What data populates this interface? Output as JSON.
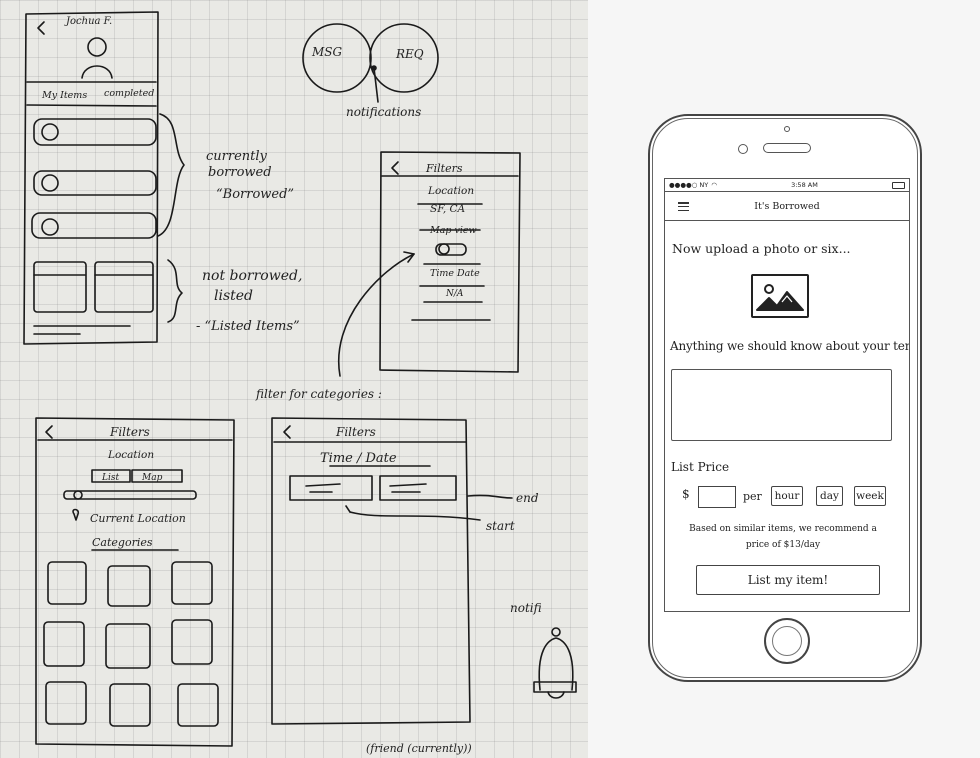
{
  "sketch": {
    "user_name": "Jochua F.",
    "tabs": [
      "My Items",
      "completed"
    ],
    "notes": {
      "currently_borrowed": [
        "currently",
        "borrowed"
      ],
      "borrowed_quote": "“Borrowed”",
      "not_borrowed": [
        "not borrowed,",
        "listed"
      ],
      "listed_items": "- “Listed Items”",
      "filter_categories": "filter for categories :",
      "end": "end",
      "start": "start",
      "notifi": "notifi",
      "friend": "(friend (currently))"
    },
    "venn": {
      "left": "MSG",
      "right": "REQ",
      "label": "notifications"
    },
    "filters_small": {
      "title": "Filters",
      "location_label": "Location",
      "location_value": "SF, CA",
      "map_view": "Map view",
      "time_date": "Time Date",
      "na": "N/A"
    },
    "filters_large": {
      "title": "Filters",
      "location": "Location",
      "list_tab": "List",
      "map_tab": "Map",
      "current_location": "Current Location",
      "categories": "Categories"
    },
    "filters_time": {
      "title": "Filters",
      "subtitle": "Time / Date"
    }
  },
  "mockup": {
    "status_bar": {
      "carrier": "●●●●○ NY",
      "wifi": "◠",
      "time": "3:58 AM"
    },
    "app_title": "It's Borrowed",
    "upload_prompt": "Now upload a photo or six...",
    "description_prompt": "Anything we should know about your tent?",
    "description_value": "",
    "list_price_label": "List Price",
    "currency_symbol": "$",
    "price_value": "",
    "per_label": "per",
    "units": [
      "hour",
      "day",
      "week"
    ],
    "recommendation": "Based on similar items, we recommend a price of $13/day",
    "submit_label": "List my item!"
  }
}
